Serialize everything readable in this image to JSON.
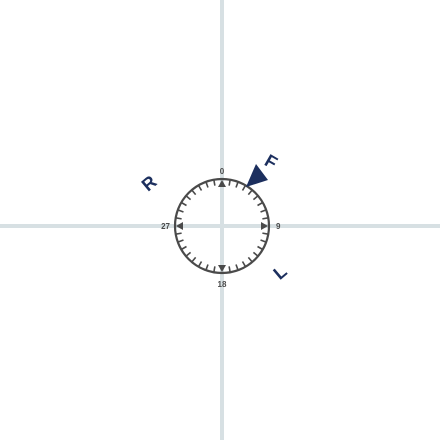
{
  "colors": {
    "crosshair": "#d7e0e3",
    "dial": "#4a4a4a",
    "letters": "#1c2f5e",
    "marker": "#1c2f5e",
    "background": "#ffffff"
  },
  "dial": {
    "labels": {
      "north": "0",
      "east": "9",
      "south": "18",
      "west": "27"
    },
    "tick_count": 36
  },
  "marker": {
    "heading_deg": 30,
    "icon": "triangle-pointer-icon"
  },
  "wind_letters": [
    {
      "text": "F",
      "bearing_deg": 30
    },
    {
      "text": "L",
      "bearing_deg": 140
    },
    {
      "text": "R",
      "bearing_deg": 310
    }
  ]
}
